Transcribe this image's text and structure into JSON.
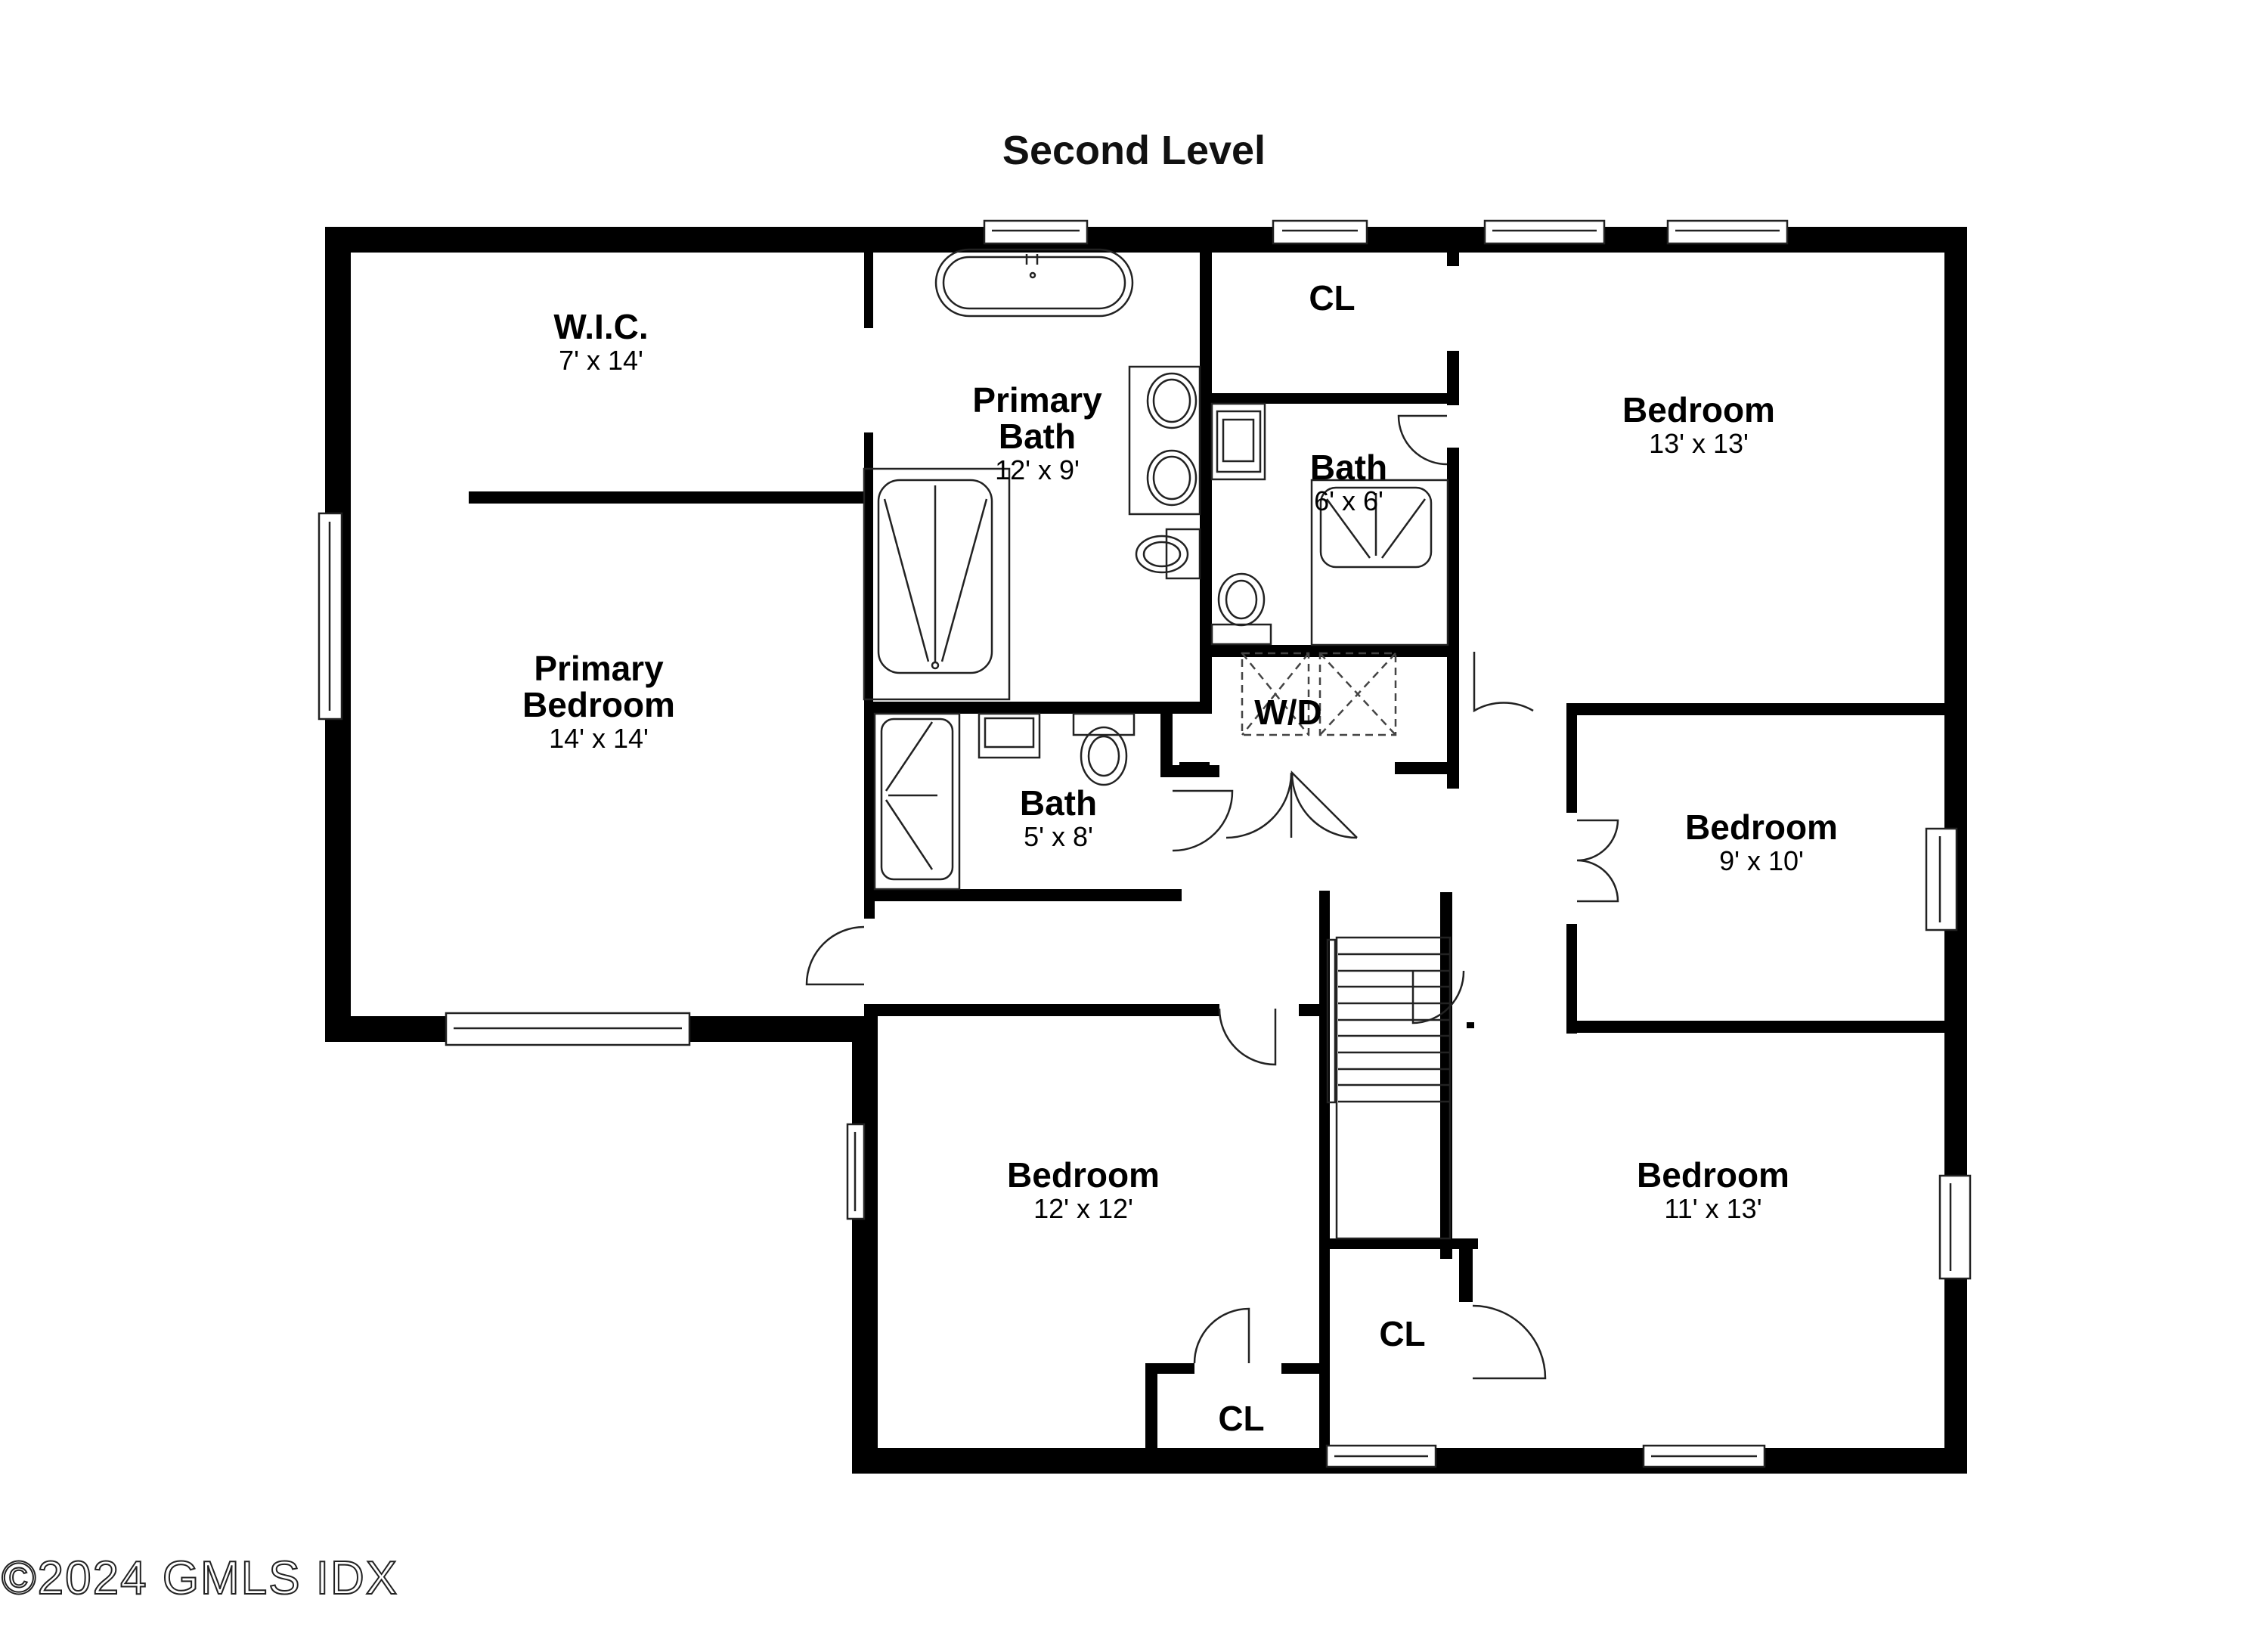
{
  "title": "Second Level",
  "rooms": {
    "wic": {
      "name": "W.I.C.",
      "dim": "7' x 14'"
    },
    "primary_bath": {
      "name_line1": "Primary",
      "name_line2": "Bath",
      "dim": "12' x 9'"
    },
    "closet_top": {
      "name": "CL"
    },
    "bath_small_top": {
      "name": "Bath",
      "dim": "6' x 6'"
    },
    "bedroom_top_right": {
      "name": "Bedroom",
      "dim": "13' x 13'"
    },
    "primary_bedroom": {
      "name_line1": "Primary",
      "name_line2": "Bedroom",
      "dim": "14' x 14'"
    },
    "bath_hall": {
      "name": "Bath",
      "dim": "5' x 8'"
    },
    "laundry": {
      "name": "W/D"
    },
    "bedroom_mid_right": {
      "name": "Bedroom",
      "dim": "9' x 10'"
    },
    "bedroom_bottom_left": {
      "name": "Bedroom",
      "dim": "12' x 12'"
    },
    "closet_bottom_left": {
      "name": "CL"
    },
    "closet_bottom_center": {
      "name": "CL"
    },
    "bedroom_bottom_right": {
      "name": "Bedroom",
      "dim": "11' x 13'"
    }
  },
  "watermark": "©2024 GMLS IDX",
  "colors": {
    "wall": "#000000",
    "background": "#ffffff",
    "fixture_line": "#222222"
  }
}
